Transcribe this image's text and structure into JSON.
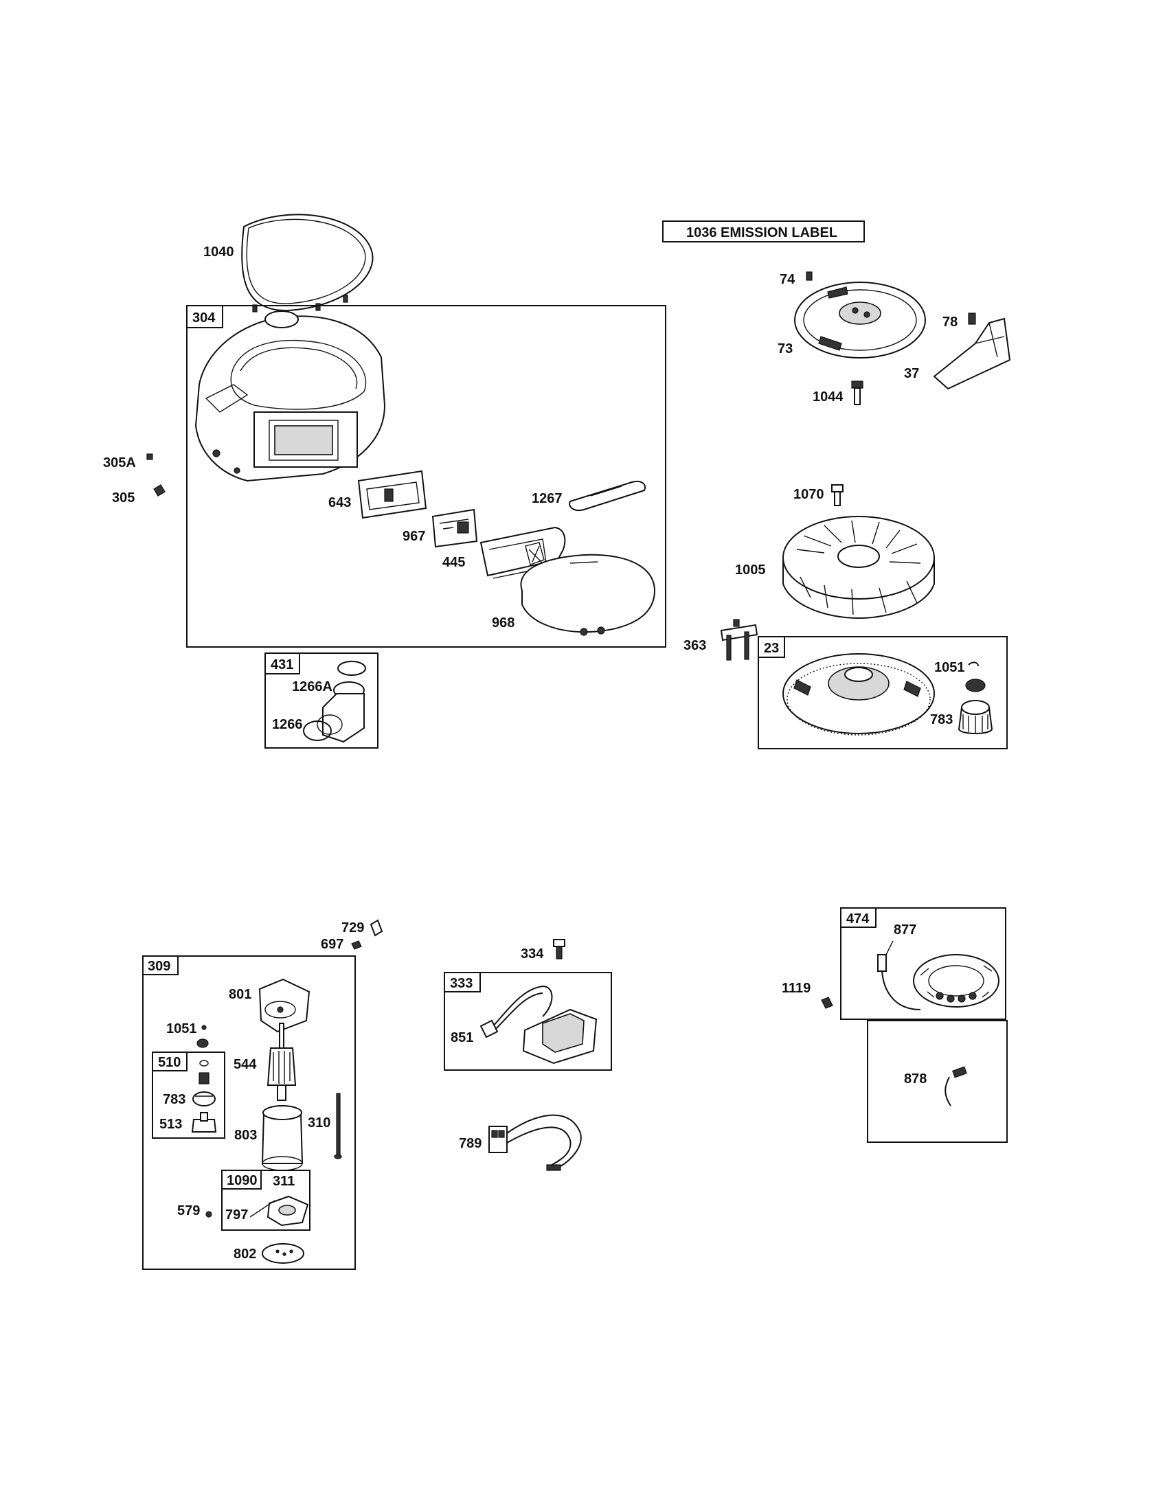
{
  "labels": {
    "l1040": "1040",
    "l304": "304",
    "l305a": "305A",
    "l305": "305",
    "l643": "643",
    "l967": "967",
    "l445": "445",
    "l1267": "1267",
    "l968": "968",
    "l431": "431",
    "l1266a": "1266A",
    "l1266": "1266",
    "l1036": "1036 EMISSION LABEL",
    "l74": "74",
    "l73": "73",
    "l78": "78",
    "l37": "37",
    "l1044": "1044",
    "l1070": "1070",
    "l1005": "1005",
    "l363": "363",
    "l23": "23",
    "l1051a": "1051",
    "l783a": "783",
    "l729": "729",
    "l697": "697",
    "l309": "309",
    "l801": "801",
    "l1051b": "1051",
    "l544": "544",
    "l510": "510",
    "l783b": "783",
    "l513": "513",
    "l803": "803",
    "l310": "310",
    "l1090": "1090",
    "l311": "311",
    "l579": "579",
    "l797": "797",
    "l802": "802",
    "l334": "334",
    "l333": "333",
    "l851": "851",
    "l789": "789",
    "l474": "474",
    "l877": "877",
    "l1119": "1119",
    "l878": "878"
  }
}
